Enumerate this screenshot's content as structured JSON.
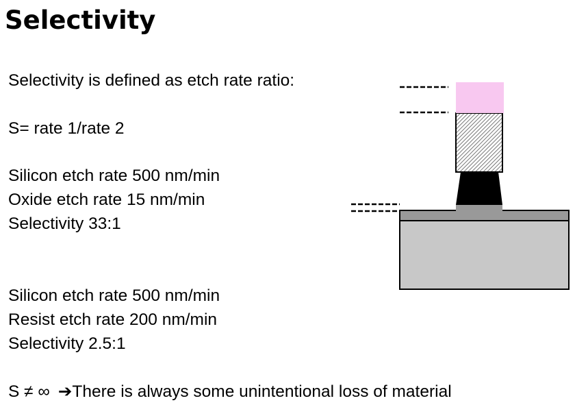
{
  "slide": {
    "title": "Selectivity",
    "definition": "Selectivity is defined as etch rate ratio:",
    "formula": "S= rate 1/rate 2",
    "example1": {
      "line1": "Silicon etch rate 500 nm/min",
      "line2": "Oxide etch rate 15 nm/min",
      "line3": "Selectivity 33:1"
    },
    "example2": {
      "line1": "Silicon etch rate 500 nm/min",
      "line2": "Resist etch rate  200 nm/min",
      "line3": "Selectivity 2.5:1"
    },
    "conclusion": {
      "symbol": "S ≠ ∞",
      "arrow": "➔",
      "text": "There is always some unintentional loss of material"
    }
  },
  "diagram": {
    "colors": {
      "resist_eroded": "#f8c8f0",
      "hatched_mask": "#ffffff",
      "etched_silicon": "#000000",
      "oxide_layer": "#999999",
      "substrate": "#c8c8c8",
      "outline": "#000000"
    }
  }
}
